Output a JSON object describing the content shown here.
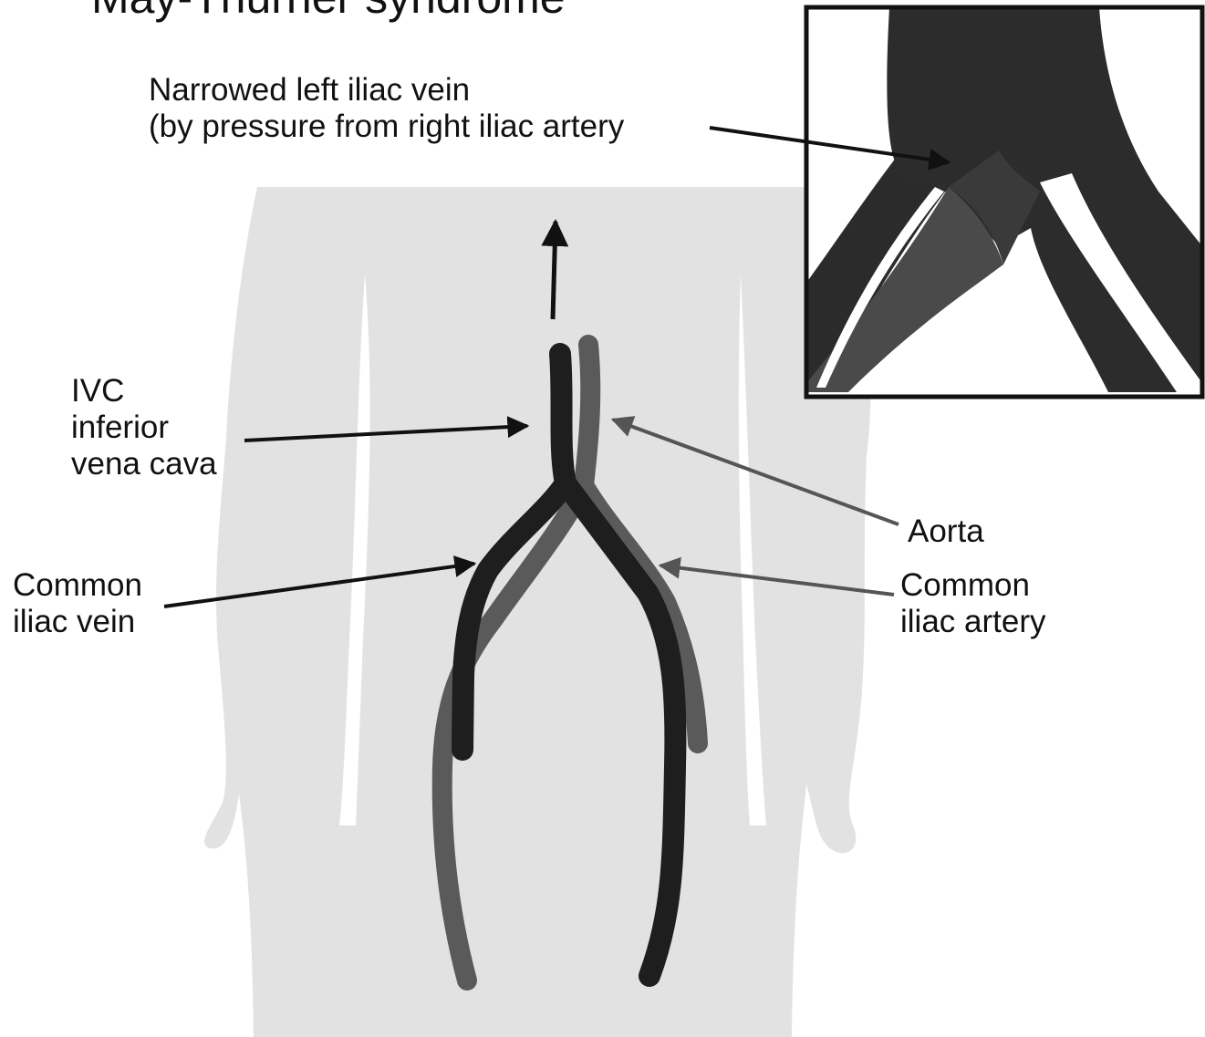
{
  "title": "May-Thurner syndrome",
  "labels": {
    "narrowed_line1": "Narrowed left iliac vein",
    "narrowed_line2": "(by pressure from right iliac artery",
    "ivc_line1": "IVC",
    "ivc_line2": "inferior",
    "ivc_line3": "vena cava",
    "aorta": "Aorta",
    "vein_line1": "Common",
    "vein_line2": "iliac vein",
    "artery_line1": "Common",
    "artery_line2": "iliac artery"
  },
  "colors": {
    "body_silhouette": "#e2e2e2",
    "vein": "#1e1e1e",
    "artery": "#5a5a5a",
    "arrow_dark": "#111111",
    "arrow_gray": "#555555"
  }
}
